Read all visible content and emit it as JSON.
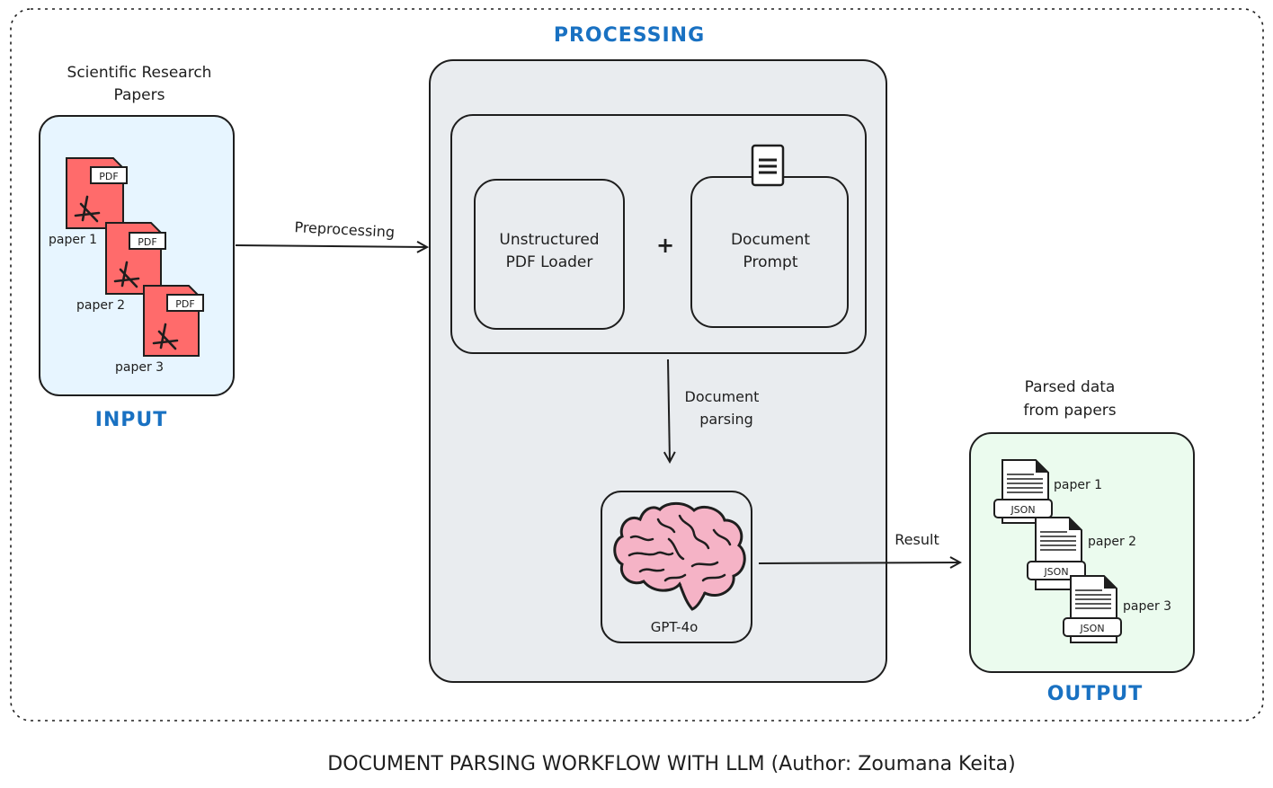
{
  "input": {
    "heading_line1": "Scientific Research",
    "heading_line2": "Papers",
    "section_label": "INPUT",
    "papers": [
      {
        "badge": "PDF",
        "label": "paper 1"
      },
      {
        "badge": "PDF",
        "label": "paper 2"
      },
      {
        "badge": "PDF",
        "label": "paper 3"
      }
    ]
  },
  "processing": {
    "section_label": "PROCESSING",
    "loader_line1": "Unstructured",
    "loader_line2": "PDF Loader",
    "plus": "+",
    "prompt_line1": "Document",
    "prompt_line2": "Prompt",
    "model_label": "GPT-4o"
  },
  "edges": {
    "preprocessing": "Preprocessing",
    "parsing_line1": "Document",
    "parsing_line2": "parsing",
    "result": "Result"
  },
  "output": {
    "heading_line1": "Parsed data",
    "heading_line2": "from papers",
    "section_label": "OUTPUT",
    "files": [
      {
        "badge": "JSON",
        "label": "paper 1"
      },
      {
        "badge": "JSON",
        "label": "paper 2"
      },
      {
        "badge": "JSON",
        "label": "paper 3"
      }
    ]
  },
  "caption": "DOCUMENT PARSING WORKFLOW WITH LLM (Author: Zoumana Keita)",
  "colors": {
    "input_fill": "#e7f5ff",
    "processing_fill": "#e9ecef",
    "output_fill": "#ebfbee",
    "pdf_red": "#ff6b6b",
    "brain_pink": "#f5b3c6",
    "heading_blue": "#1971c2"
  }
}
